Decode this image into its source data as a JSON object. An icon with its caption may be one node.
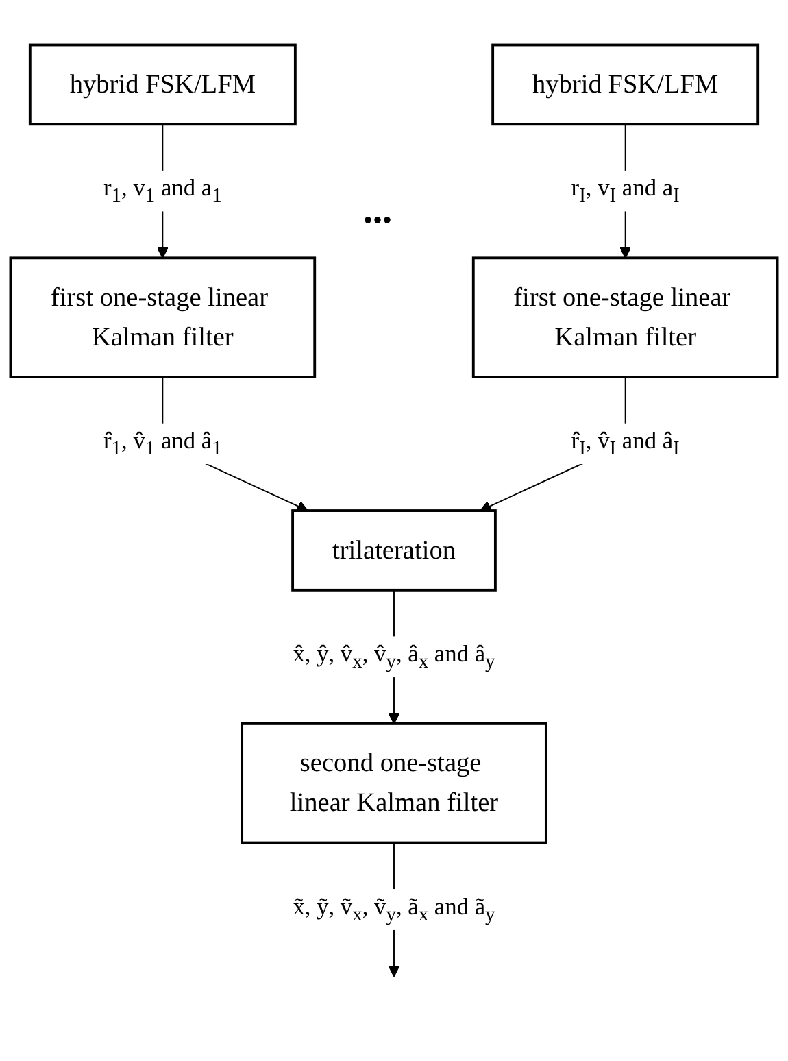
{
  "diagram": {
    "nodes": [
      {
        "text": [
          "hybrid FSK/LFM"
        ]
      },
      {
        "text": [
          "hybrid FSK/LFM"
        ]
      },
      {
        "text": [
          "first one-stage linear Kalman filter"
        ]
      },
      {
        "text": [
          "first one-stage linear Kalman filter"
        ]
      },
      {
        "text": [
          "trilateration"
        ]
      },
      {
        "text": [
          "second one-stage linear Kalman filter"
        ]
      }
    ],
    "edges": [
      {
        "from": 0,
        "to": 2,
        "arrow": "to",
        "label": "r$_{1}$, v$_{1}$ and a$_{1}$"
      },
      {
        "from": 1,
        "to": 3,
        "arrow": "to",
        "label": "r$_{I}$, v$_{I}$ and a$_{I}$"
      },
      {
        "from": 2,
        "to": 4,
        "arrow": "to",
        "label": "r̂$_{1}$, v̂$_{1}$ and â$_{1}$"
      },
      {
        "from": 3,
        "to": 4,
        "arrow": "to",
        "label": "r̂$_{I}$, v̂$_{I}$ and â$_{I}$"
      },
      {
        "from": 4,
        "to": 5,
        "arrow": "to",
        "label": "x̂, ŷ, v̂$_{x}$, v̂$_{y}$, â$_{x}$ and â$_{y}$"
      },
      {
        "from": 5,
        "to": null,
        "arrow": "to",
        "label": "x̃, ỹ, ṽ$_{x}$, ṽ$_{y}$, ã$_{x}$ and ã$_{y}$"
      }
    ],
    "labels": [
      "•••"
    ]
  }
}
